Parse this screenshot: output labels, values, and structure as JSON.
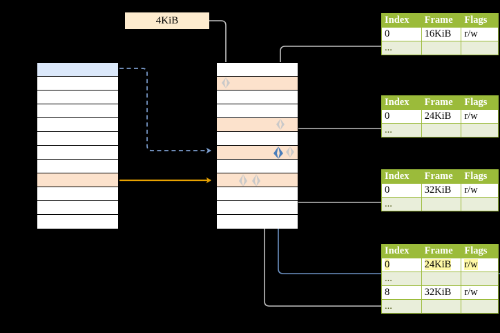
{
  "meta": {
    "title": "Multi-level page table address translation diagram",
    "colors": {
      "green_header": "#9BBB3A",
      "green_pale": "#E9EEDA",
      "peach_row": "#FCE2CC",
      "blue_row": "#DCE9FB",
      "highlight_yellow": "#FFF9A6",
      "callout_bg": "#FDEBCE",
      "orange_arrow": "#E8A200",
      "blue_arrow": "#4A7EBB",
      "gray_wire": "#BFBFBF"
    }
  },
  "callout": {
    "label": "4KiB"
  },
  "left_table": {
    "name": "virtual-address-space",
    "row_count": 12,
    "rows": [
      {
        "fill": "blue",
        "label": ""
      },
      {
        "fill": "white",
        "label": ""
      },
      {
        "fill": "white",
        "label": ""
      },
      {
        "fill": "white",
        "label": ""
      },
      {
        "fill": "white",
        "label": ""
      },
      {
        "fill": "white",
        "label": ""
      },
      {
        "fill": "white",
        "label": ""
      },
      {
        "fill": "white",
        "label": ""
      },
      {
        "fill": "peach",
        "label": ""
      },
      {
        "fill": "white",
        "label": ""
      },
      {
        "fill": "white",
        "label": ""
      },
      {
        "fill": "white",
        "label": ""
      }
    ]
  },
  "middle_table": {
    "name": "physical-address-space",
    "row_count": 12,
    "rows": [
      {
        "fill": "white",
        "label": ""
      },
      {
        "fill": "peach",
        "label": ""
      },
      {
        "fill": "white",
        "label": ""
      },
      {
        "fill": "white",
        "label": ""
      },
      {
        "fill": "peach",
        "label": ""
      },
      {
        "fill": "white",
        "label": ""
      },
      {
        "fill": "peach",
        "label": ""
      },
      {
        "fill": "white",
        "label": ""
      },
      {
        "fill": "peach",
        "label": ""
      },
      {
        "fill": "white",
        "label": ""
      },
      {
        "fill": "white",
        "label": ""
      },
      {
        "fill": "white",
        "label": ""
      }
    ]
  },
  "page_tables": [
    {
      "name": "page-table-1",
      "headers": [
        "Index",
        "Frame",
        "Flags"
      ],
      "rows": [
        {
          "type": "data",
          "cells": [
            "0",
            "16KiB",
            "r/w"
          ],
          "highlight": [
            false,
            false,
            false
          ]
        },
        {
          "type": "ellipsis",
          "cells": [
            "...",
            "",
            ""
          ],
          "highlight": [
            false,
            false,
            false
          ]
        }
      ]
    },
    {
      "name": "page-table-2",
      "headers": [
        "Index",
        "Frame",
        "Flags"
      ],
      "rows": [
        {
          "type": "data",
          "cells": [
            "0",
            "24KiB",
            "r/w"
          ],
          "highlight": [
            false,
            false,
            false
          ]
        },
        {
          "type": "ellipsis",
          "cells": [
            "...",
            "",
            ""
          ],
          "highlight": [
            false,
            false,
            false
          ]
        }
      ]
    },
    {
      "name": "page-table-3",
      "headers": [
        "Index",
        "Frame",
        "Flags"
      ],
      "rows": [
        {
          "type": "data",
          "cells": [
            "0",
            "32KiB",
            "r/w"
          ],
          "highlight": [
            false,
            false,
            false
          ]
        },
        {
          "type": "ellipsis",
          "cells": [
            "...",
            "",
            ""
          ],
          "highlight": [
            false,
            false,
            false
          ]
        }
      ]
    },
    {
      "name": "page-table-4",
      "headers": [
        "Index",
        "Frame",
        "Flags"
      ],
      "rows": [
        {
          "type": "data",
          "cells": [
            "0",
            "24KiB",
            "r/w"
          ],
          "highlight": [
            true,
            true,
            true
          ]
        },
        {
          "type": "ellipsis",
          "cells": [
            "...",
            "",
            ""
          ],
          "highlight": [
            false,
            false,
            false
          ]
        },
        {
          "type": "data",
          "cells": [
            "8",
            "32KiB",
            "r/w"
          ],
          "highlight": [
            false,
            false,
            false
          ]
        },
        {
          "type": "ellipsis",
          "cells": [
            "...",
            "",
            ""
          ],
          "highlight": [
            false,
            false,
            false
          ]
        }
      ]
    }
  ],
  "connectors": [
    {
      "name": "callout-to-physical-row2",
      "style": "solid-gray",
      "from": "4KiB callout",
      "to": "physical row 2"
    },
    {
      "name": "pagetable1-to-physical-row5",
      "style": "solid-gray",
      "from": "page-table-1",
      "to": "physical row 5"
    },
    {
      "name": "pagetable2-to-physical-row7",
      "style": "solid-gray",
      "from": "page-table-2",
      "to": "physical row 7"
    },
    {
      "name": "pagetable3-to-physical-row9",
      "style": "solid-gray",
      "from": "page-table-3",
      "to": "physical row 9"
    },
    {
      "name": "pagetable4-row8-to-physical-row9",
      "style": "solid-gray",
      "from": "page-table-4 row 8",
      "to": "physical row 9"
    },
    {
      "name": "pagetable4-row0-to-physical-row7",
      "style": "solid-blue",
      "from": "page-table-4 row 0",
      "to": "physical row 7"
    },
    {
      "name": "virtual-blue-to-physical-row7",
      "style": "dashed-blue",
      "from": "virtual row 1",
      "to": "physical row 7"
    },
    {
      "name": "virtual-peach-to-physical-row9",
      "style": "solid-orange",
      "from": "virtual row 9",
      "to": "physical row 9"
    }
  ]
}
